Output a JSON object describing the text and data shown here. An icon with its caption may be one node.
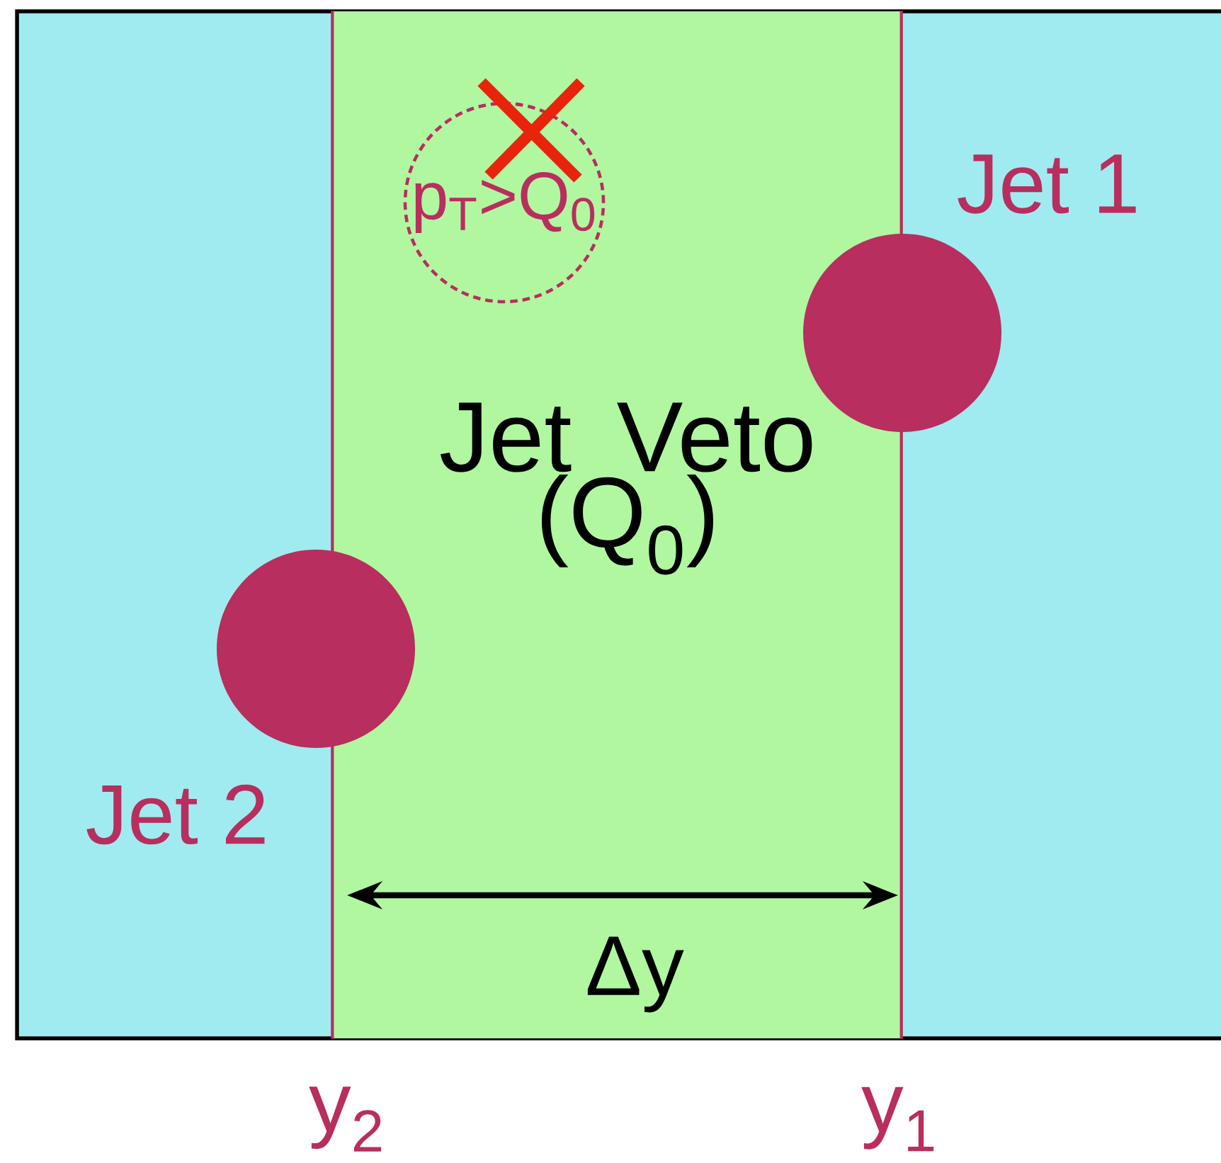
{
  "diagram": {
    "nodes": [
      {
        "text": [
          "Jet Veto (Q$_{0}$)"
        ]
      },
      {
        "text": [
          "p$_{T}$>Q$_{0}$"
        ],
        "in": 0
      },
      {
        "text": [],
        "shape": "circle",
        "beside": [
          "Jet 1"
        ]
      },
      {
        "text": [],
        "shape": "circle",
        "beside": [
          "Jet 2"
        ]
      }
    ],
    "labels": [
      "Δy",
      "y$_{2}$",
      "y$_{1}$"
    ]
  }
}
